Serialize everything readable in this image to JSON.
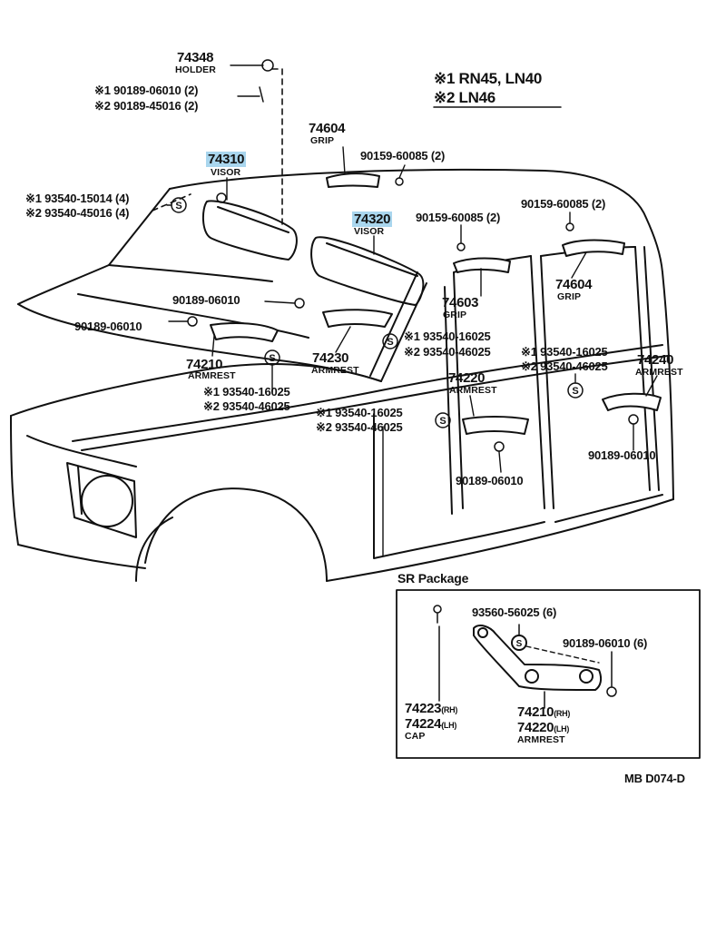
{
  "legend": {
    "note1": "※1 RN45, LN40",
    "note2": "※2 LN46"
  },
  "parts": {
    "holder": {
      "number": "74348",
      "name": "HOLDER"
    },
    "holder_screw1": "※1 90189-06010 (2)",
    "holder_screw2": "※2 90189-45016 (2)",
    "visor_lh": {
      "number": "74310",
      "name": "VISOR"
    },
    "visor_rh": {
      "number": "74320",
      "name": "VISOR"
    },
    "visor_screw1": "※1 93540-15014 (4)",
    "visor_screw2": "※2 93540-45016 (4)",
    "grip_front": {
      "number": "74604",
      "name": "GRIP"
    },
    "grip_front_bolt": "90159-60085 (2)",
    "grip_mid_bolt": "90159-60085 (2)",
    "grip_rear_bolt": "90159-60085 (2)",
    "grip_mid": {
      "number": "74603",
      "name": "GRIP"
    },
    "grip_rear": {
      "number": "74604",
      "name": "GRIP"
    },
    "nut_74230": "90189-06010",
    "nut_74210": "90189-06010",
    "armrest_74230": {
      "number": "74230",
      "name": "ARMREST"
    },
    "armrest_74210": {
      "number": "74210",
      "name": "ARMREST"
    },
    "screw_74230_1": "※1 93540-16025",
    "screw_74230_2": "※2 93540-46025",
    "screw_74210_1": "※1 93540-16025",
    "screw_74210_2": "※2 93540-46025",
    "screw_74220_1": "※1 93540-16025",
    "screw_74220_2": "※2 93540-46025",
    "armrest_74220": {
      "number": "74220",
      "name": "ARMREST"
    },
    "nut_74220": "90189-06010",
    "screw_74240_1": "※1 93540-16025",
    "screw_74240_2": "※2 93540-46025",
    "armrest_74240": {
      "number": "74240",
      "name": "ARMREST"
    },
    "nut_74240": "90189-06010"
  },
  "sr_package": {
    "title": "SR Package",
    "screw": "93560-56025 (6)",
    "nut": "90189-06010 (6)",
    "cap_rh": "74223",
    "cap_lh": "74224",
    "cap_name": "CAP",
    "armrest_rh": "74210",
    "armrest_lh": "74220",
    "armrest_name": "ARMREST",
    "rh": "(RH)",
    "lh": "(LH)"
  },
  "drawing_code": "MB D074-D"
}
